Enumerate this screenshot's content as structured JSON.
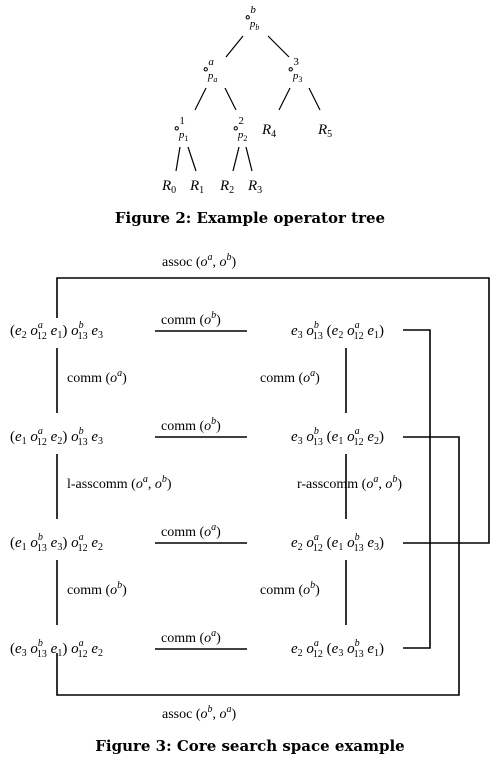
{
  "figure2": {
    "nodes": {
      "root": {
        "circle": "∘",
        "sup": "b",
        "sub": "p",
        "subsub": "b"
      },
      "pa": {
        "circle": "∘",
        "sup": "a",
        "sub": "p",
        "subsub": "a"
      },
      "p3": {
        "circle": "∘",
        "sup": "3",
        "sub": "p",
        "subsub": "3"
      },
      "p1": {
        "circle": "∘",
        "sup": "1",
        "sub": "p",
        "subsub": "1"
      },
      "p2": {
        "circle": "∘",
        "sup": "2",
        "sub": "p",
        "subsub": "2"
      }
    },
    "leaves": [
      {
        "base": "R",
        "sub": "0"
      },
      {
        "base": "R",
        "sub": "1"
      },
      {
        "base": "R",
        "sub": "2"
      },
      {
        "base": "R",
        "sub": "3"
      },
      {
        "base": "R",
        "sub": "4"
      },
      {
        "base": "R",
        "sub": "5"
      }
    ],
    "caption": "Figure 2:  Example operator tree"
  },
  "figure3": {
    "top_label": "assoc (o^a, o^b)",
    "bottom_label": "assoc (o^b, o^a)",
    "left_column": [
      "(e2 o^a_12 e1) o^b_13 e3",
      "(e1 o^a_12 e2) o^b_13 e3",
      "(e1 o^b_13 e3) o^a_12 e2",
      "(e3 o^b_13 e1) o^a_12 e2"
    ],
    "right_column": [
      "e3 o^b_13 (e2 o^a_12 e1)",
      "e3 o^b_13 (e1 o^a_12 e2)",
      "e2 o^a_12 (e1 o^b_13 e3)",
      "e2 o^a_12 (e3 o^b_13 e1)"
    ],
    "horizontal_labels": [
      "comm (o^b)",
      "comm (o^b)",
      "comm (o^a)",
      "comm (o^a)"
    ],
    "left_vertical_labels": [
      "comm (o^a)",
      "l-asscomm (o^a, o^b)",
      "comm (o^b)"
    ],
    "right_vertical_labels": [
      "comm (o^a)",
      "r-asscomm (o^a, o^b)",
      "comm (o^b)"
    ],
    "caption": "Figure 3:  Core search space example"
  }
}
